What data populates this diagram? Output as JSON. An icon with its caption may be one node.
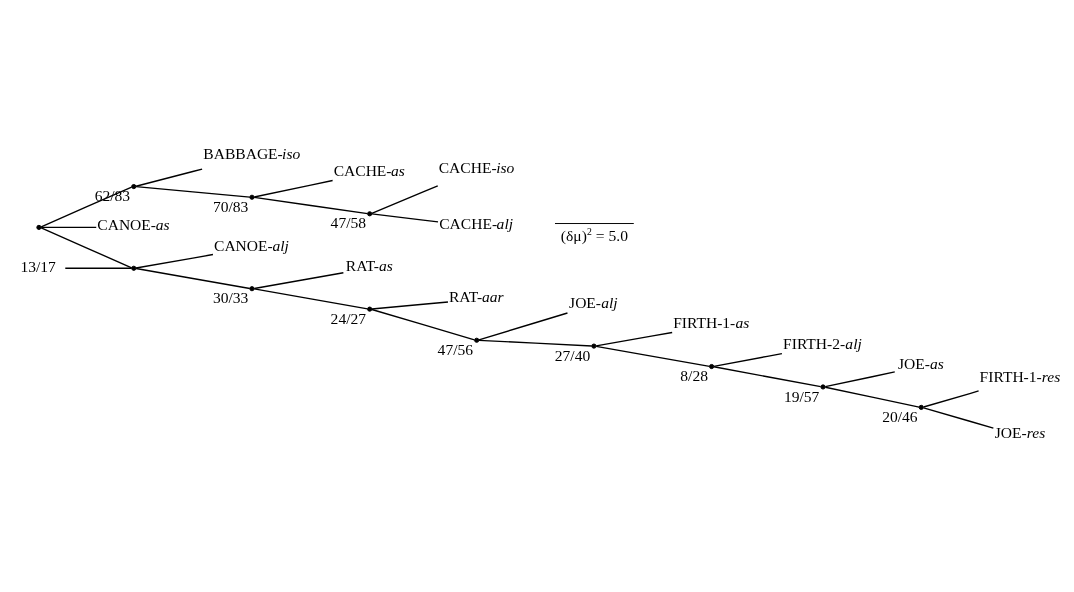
{
  "diagram": {
    "nodes": [
      {
        "text": [],
        "shape": "point"
      },
      {
        "text": [
          "CANOE-*as*"
        ]
      },
      {
        "text": [],
        "shape": "point"
      },
      {
        "text": [
          "13/17"
        ]
      },
      {
        "text": [
          "CANOE-*alj*"
        ]
      },
      {
        "text": [],
        "shape": "point",
        "beside": [
          "30/33"
        ]
      },
      {
        "text": [
          "RAT-*as*"
        ]
      },
      {
        "text": [],
        "shape": "point",
        "beside": [
          "24/27"
        ]
      },
      {
        "text": [
          "RAT-*aar*"
        ]
      },
      {
        "text": [],
        "shape": "point",
        "beside": [
          "47/56"
        ]
      },
      {
        "text": [
          "JOE-*alj*"
        ]
      },
      {
        "text": [],
        "shape": "point",
        "beside": [
          "27/40"
        ]
      },
      {
        "text": [
          "FIRTH-1-*as*"
        ]
      },
      {
        "text": [],
        "shape": "point",
        "beside": [
          "8/28"
        ]
      },
      {
        "text": [
          "FIRTH-2-*alj*"
        ]
      },
      {
        "text": [],
        "shape": "point",
        "beside": [
          "19/57"
        ]
      },
      {
        "text": [
          "JOE-*as*"
        ]
      },
      {
        "text": [],
        "shape": "point",
        "beside": [
          "20/46"
        ]
      },
      {
        "text": [
          "FIRTH-1-*res*"
        ]
      },
      {
        "text": [
          "JOE-*res*"
        ]
      },
      {
        "text": [],
        "shape": "point",
        "beside": [
          "62/83"
        ]
      },
      {
        "text": [
          "BABBAGE-*iso*"
        ]
      },
      {
        "text": [],
        "shape": "point",
        "beside": [
          "70/83"
        ]
      },
      {
        "text": [
          "CACHE-*as*"
        ]
      },
      {
        "text": [],
        "shape": "point",
        "beside": [
          "47/58"
        ]
      },
      {
        "text": [
          "CACHE-*iso*"
        ]
      },
      {
        "text": [
          "CACHE-*alj*"
        ]
      }
    ],
    "edges": [
      {
        "from": 0,
        "to": 1,
        "arrow": "none"
      },
      {
        "from": 0,
        "to": 2,
        "arrow": "none"
      },
      {
        "from": 3,
        "to": 2,
        "arrow": "none"
      },
      {
        "from": 2,
        "to": 4,
        "arrow": "none"
      },
      {
        "from": 2,
        "to": 5,
        "arrow": "none"
      },
      {
        "from": 5,
        "to": 6,
        "arrow": "none"
      },
      {
        "from": 5,
        "to": 7,
        "arrow": "none"
      },
      {
        "from": 7,
        "to": 8,
        "arrow": "none"
      },
      {
        "from": 7,
        "to": 9,
        "arrow": "none"
      },
      {
        "from": 9,
        "to": 10,
        "arrow": "none"
      },
      {
        "from": 9,
        "to": 11,
        "arrow": "none"
      },
      {
        "from": 11,
        "to": 12,
        "arrow": "none"
      },
      {
        "from": 11,
        "to": 13,
        "arrow": "none"
      },
      {
        "from": 13,
        "to": 14,
        "arrow": "none"
      },
      {
        "from": 13,
        "to": 15,
        "arrow": "none"
      },
      {
        "from": 15,
        "to": 16,
        "arrow": "none"
      },
      {
        "from": 15,
        "to": 17,
        "arrow": "none"
      },
      {
        "from": 17,
        "to": 18,
        "arrow": "none"
      },
      {
        "from": 17,
        "to": 19,
        "arrow": "none"
      },
      {
        "from": 0,
        "to": 20,
        "arrow": "none"
      },
      {
        "from": 20,
        "to": 21,
        "arrow": "none"
      },
      {
        "from": 20,
        "to": 22,
        "arrow": "none"
      },
      {
        "from": 22,
        "to": 23,
        "arrow": "none"
      },
      {
        "from": 22,
        "to": 24,
        "arrow": "none"
      },
      {
        "from": 24,
        "to": 25,
        "arrow": "none"
      },
      {
        "from": 24,
        "to": 26,
        "arrow": "none"
      }
    ],
    "labels": [
      "(δμ)$^{2}$ = 5.0"
    ]
  }
}
